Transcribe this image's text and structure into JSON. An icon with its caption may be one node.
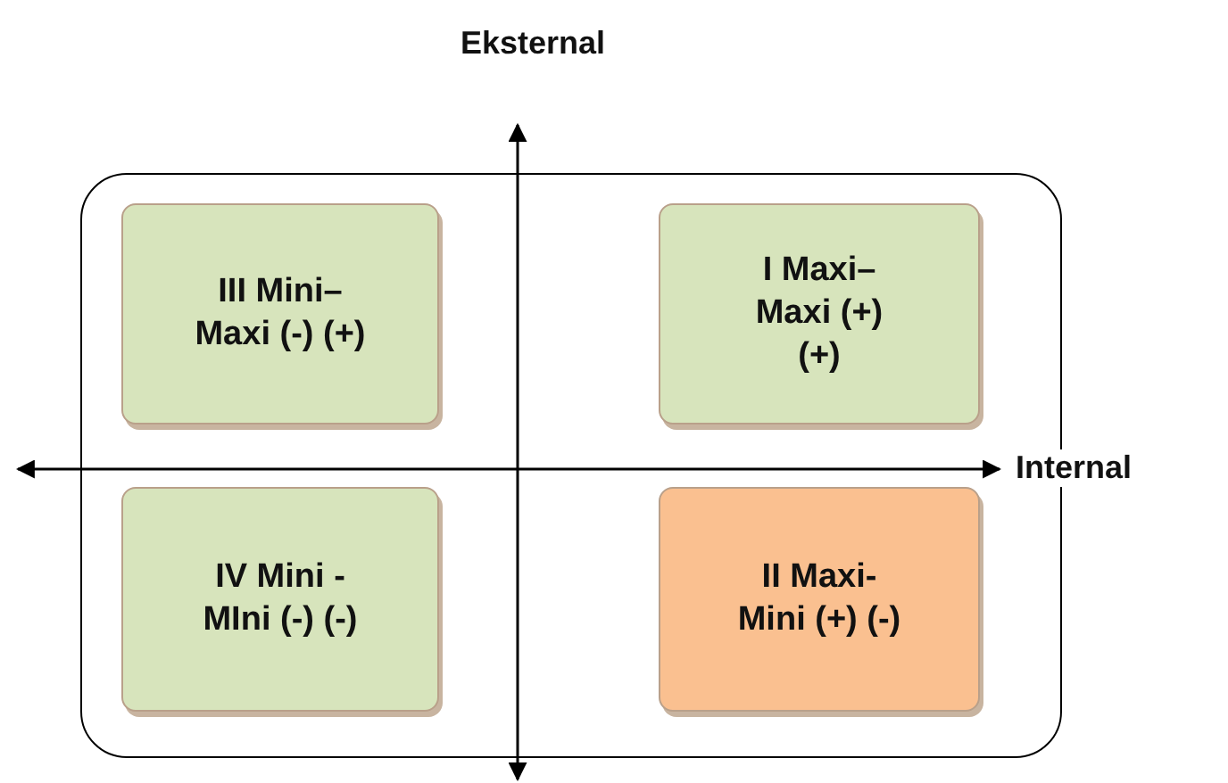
{
  "diagram": {
    "nodes": [
      {
        "text": [],
        "shape": "box"
      },
      {
        "text": [
          "III Mini– Maxi (-) (+)"
        ],
        "in": 0
      },
      {
        "text": [
          "I Maxi– Maxi (+) (+)"
        ],
        "in": 0
      },
      {
        "text": [
          "IV Mini - MIni (-) (-)"
        ],
        "in": 0
      },
      {
        "text": [
          "II Maxi- Mini (+) (-)"
        ],
        "in": 0
      }
    ],
    "labels": [
      "Eksternal",
      "Internal"
    ]
  }
}
